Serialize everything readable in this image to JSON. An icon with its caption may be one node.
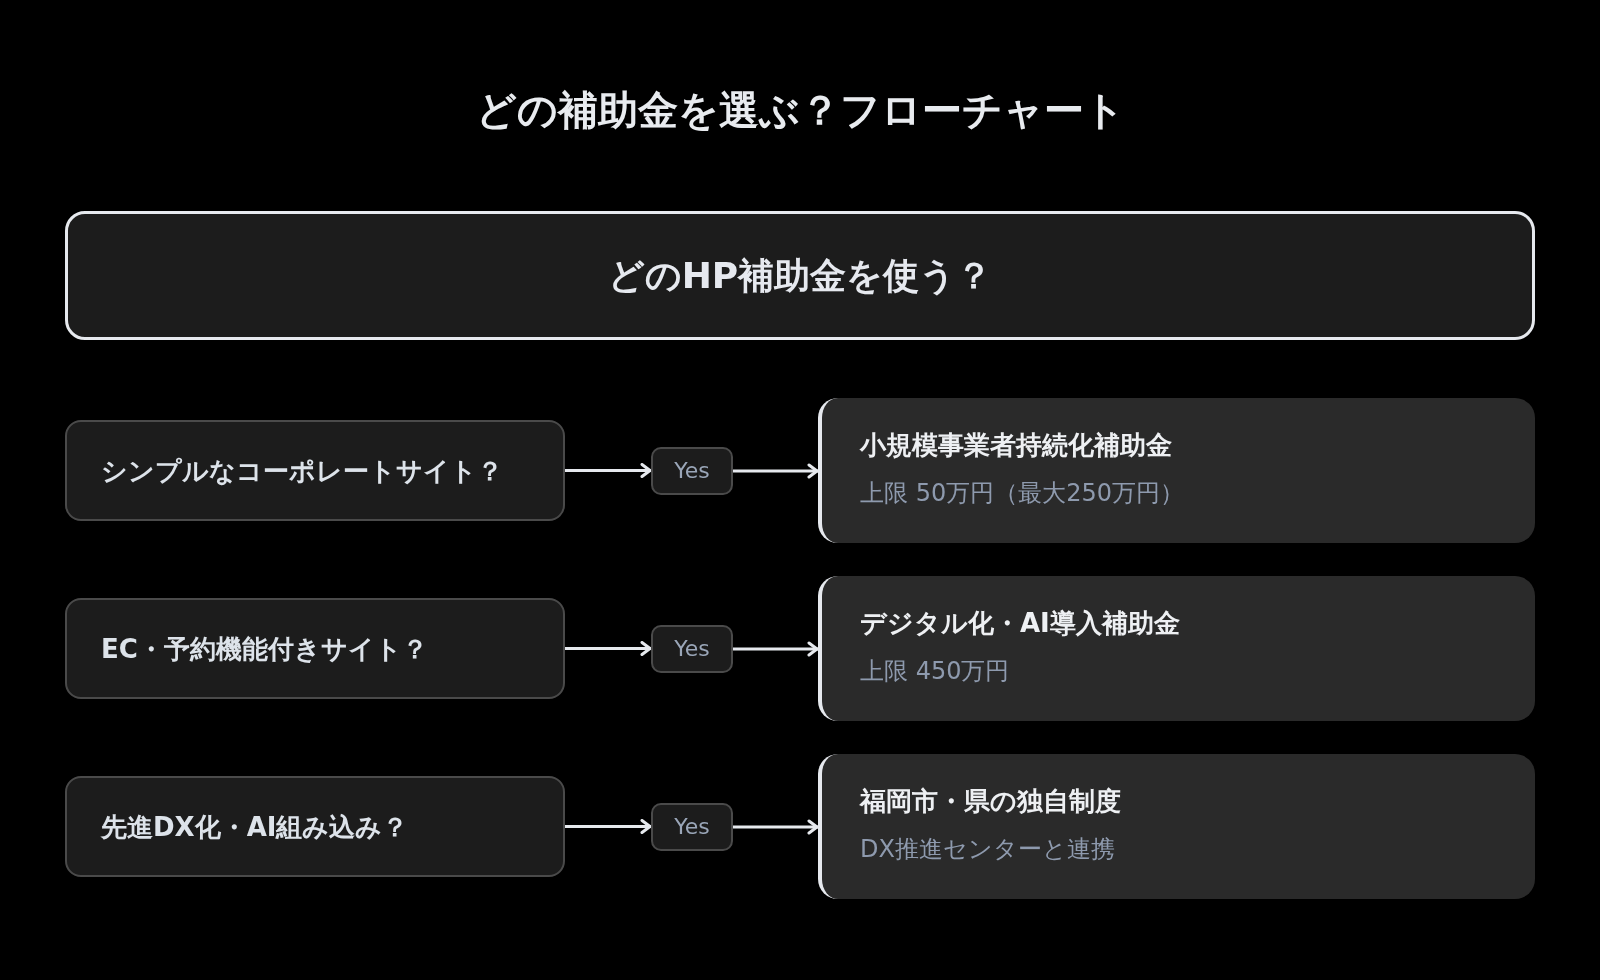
{
  "diagram": {
    "title": "どの補助金を選ぶ？フローチャート",
    "nodes": [
      {
        "text": [
          "どのHP補助金を使う？"
        ]
      },
      {
        "text": [
          "シンプルなコーポレートサイト？"
        ]
      },
      {
        "text": [
          "Yes"
        ]
      },
      {
        "text": [
          "小規模事業者持続化補助金",
          "上限 50万円（最大250万円）"
        ]
      },
      {
        "text": [
          "EC・予約機能付きサイト？"
        ]
      },
      {
        "text": [
          "Yes"
        ]
      },
      {
        "text": [
          "デジタル化・AI導入補助金",
          "上限 450万円"
        ]
      },
      {
        "text": [
          "先進DX化・AI組み込み？"
        ]
      },
      {
        "text": [
          "Yes"
        ]
      },
      {
        "text": [
          "福岡市・県の独自制度",
          "DX推進センターと連携"
        ]
      }
    ],
    "edges": [
      {
        "from": 1,
        "to": 2,
        "arrow": "to"
      },
      {
        "from": 2,
        "to": 3,
        "arrow": "to"
      },
      {
        "from": 4,
        "to": 5,
        "arrow": "to"
      },
      {
        "from": 5,
        "to": 6,
        "arrow": "to"
      },
      {
        "from": 7,
        "to": 8,
        "arrow": "to"
      },
      {
        "from": 8,
        "to": 9,
        "arrow": "to"
      }
    ]
  }
}
